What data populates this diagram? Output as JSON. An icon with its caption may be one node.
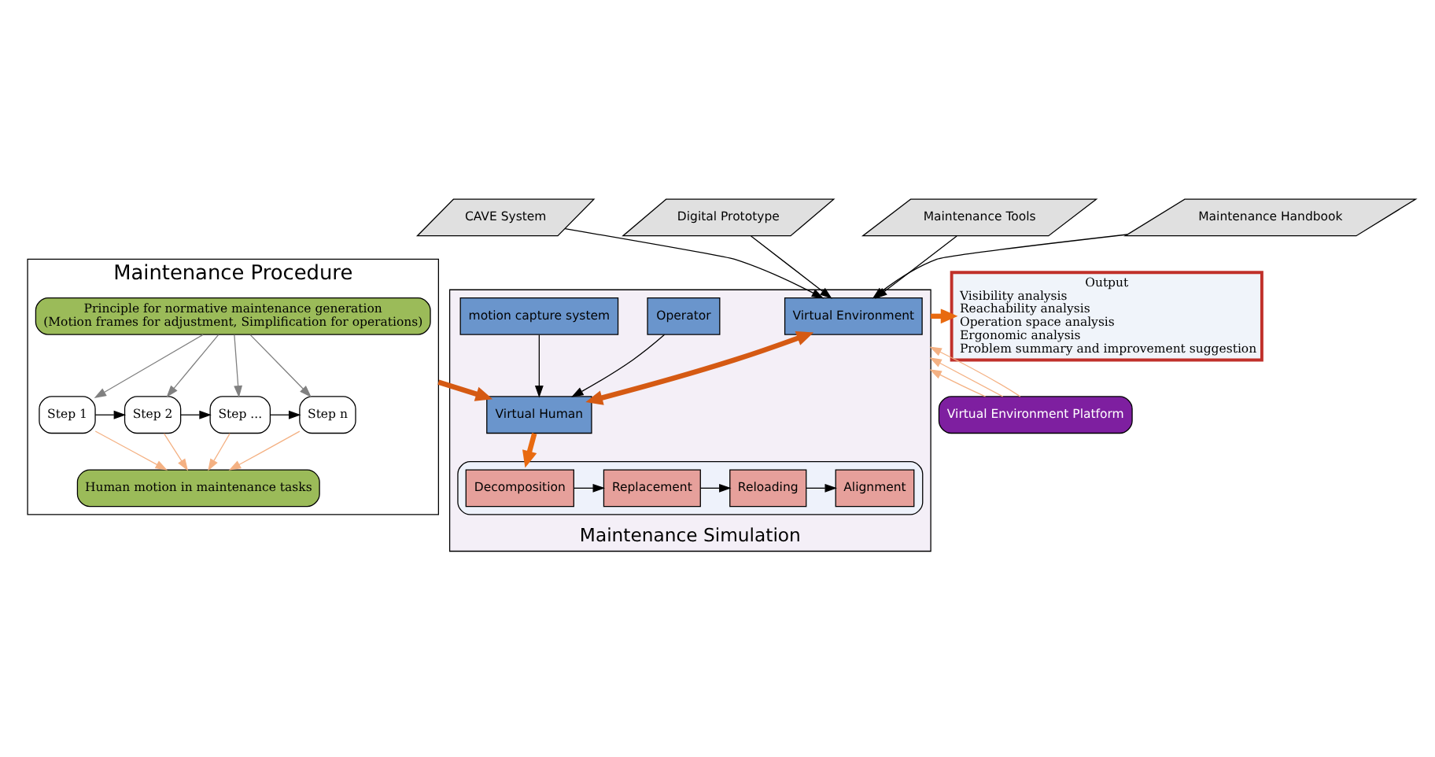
{
  "diagram": {
    "nodes": [
      {
        "text": [
          "Maintenance Procedure"
        ]
      },
      {
        "text": [
          "Principle for normative maintenance generation",
          "(Motion frames for adjustment, Simplification for operations)"
        ],
        "in": 0
      },
      {
        "text": [
          "Step 1"
        ],
        "in": 0
      },
      {
        "text": [
          "Step 2"
        ],
        "in": 0
      },
      {
        "text": [
          "Step ..."
        ],
        "in": 0
      },
      {
        "text": [
          "Step n"
        ],
        "in": 0
      },
      {
        "text": [
          "Human motion in maintenance tasks"
        ],
        "in": 0
      },
      {
        "text": [
          "CAVE System"
        ]
      },
      {
        "text": [
          "Digital Prototype"
        ]
      },
      {
        "text": [
          "Maintenance Tools"
        ]
      },
      {
        "text": [
          "Maintenance Handbook"
        ]
      },
      {
        "text": [
          "Maintenance Simulation"
        ]
      },
      {
        "text": [
          "Virtual Environment"
        ],
        "in": 11
      },
      {
        "text": [
          "Virtual Human"
        ],
        "in": 11
      },
      {
        "text": [
          "Operator"
        ],
        "in": 11
      },
      {
        "text": [
          "motion capture system"
        ],
        "in": 11
      },
      {
        "text": [],
        "shape": "box",
        "in": 11
      },
      {
        "text": [
          "Decomposition"
        ],
        "in": 16
      },
      {
        "text": [
          "Replacement"
        ],
        "in": 16
      },
      {
        "text": [
          "Reloading"
        ],
        "in": 16
      },
      {
        "text": [
          "Alignment"
        ],
        "in": 16
      },
      {
        "text": [
          "Output",
          "Visibility analysis",
          "Reachability analysis",
          "Operation space analysis",
          "Ergonomic analysis",
          "Problem summary and improvement suggestion"
        ]
      },
      {
        "text": [
          "Virtual Environment Platform"
        ]
      }
    ],
    "edges": [
      {
        "from": 1,
        "to": 2,
        "arrow": "to",
        "color": "#808080"
      },
      {
        "from": 1,
        "to": 3,
        "arrow": "to",
        "color": "#808080"
      },
      {
        "from": 1,
        "to": 4,
        "arrow": "to",
        "color": "#808080"
      },
      {
        "from": 1,
        "to": 5,
        "arrow": "to",
        "color": "#808080"
      },
      {
        "from": 2,
        "to": 3,
        "arrow": "to"
      },
      {
        "from": 3,
        "to": 4,
        "arrow": "to"
      },
      {
        "from": 4,
        "to": 5,
        "arrow": "to"
      },
      {
        "from": 2,
        "to": 6,
        "arrow": "to",
        "color": "#f4b183"
      },
      {
        "from": 3,
        "to": 6,
        "arrow": "to",
        "color": "#f4b183"
      },
      {
        "from": 4,
        "to": 6,
        "arrow": "to",
        "color": "#f4b183"
      },
      {
        "from": 5,
        "to": 6,
        "arrow": "to",
        "color": "#f4b183"
      },
      {
        "from": 0,
        "to": 13,
        "arrow": "to",
        "style": "thick",
        "color": "#d55a13"
      },
      {
        "from": 7,
        "to": 12,
        "arrow": "to"
      },
      {
        "from": 8,
        "to": 12,
        "arrow": "to"
      },
      {
        "from": 9,
        "to": 12,
        "arrow": "to"
      },
      {
        "from": 10,
        "to": 12,
        "arrow": "to"
      },
      {
        "from": 12,
        "to": 13,
        "arrow": "both",
        "style": "thick",
        "color": "#d55a13"
      },
      {
        "from": 14,
        "to": 13,
        "arrow": "to"
      },
      {
        "from": 15,
        "to": 13,
        "arrow": "to"
      },
      {
        "from": 13,
        "to": 16,
        "arrow": "to",
        "style": "thick",
        "color": "#e86a10"
      },
      {
        "from": 17,
        "to": 18,
        "arrow": "to"
      },
      {
        "from": 18,
        "to": 19,
        "arrow": "to"
      },
      {
        "from": 19,
        "to": 20,
        "arrow": "to"
      },
      {
        "from": 11,
        "to": 21,
        "arrow": "to",
        "style": "thick",
        "color": "#e86a10"
      },
      {
        "from": 22,
        "to": 11,
        "arrow": "to",
        "color": "#f4b183"
      },
      {
        "from": 22,
        "to": 11,
        "arrow": "to",
        "color": "#f4b183"
      },
      {
        "from": 22,
        "to": 11,
        "arrow": "to",
        "color": "#f4b183"
      }
    ]
  }
}
